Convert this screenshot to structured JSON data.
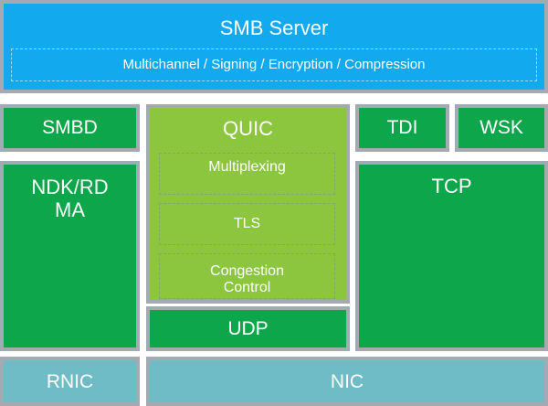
{
  "smb_server": {
    "title": "SMB Server",
    "features": "Multichannel / Signing / Encryption / Compression"
  },
  "blocks": {
    "smbd": "SMBD",
    "ndk": "NDK/RD\nMA",
    "quic": "QUIC",
    "quic_multiplexing": "Multiplexing",
    "quic_tls": "TLS",
    "quic_congestion": "Congestion\nControl",
    "udp": "UDP",
    "tdi": "TDI",
    "wsk": "WSK",
    "tcp": "TCP",
    "rnic": "RNIC",
    "nic": "NIC"
  },
  "colors": {
    "border": "#a3aab1",
    "green": "#0da64a",
    "lime": "#8cc63f",
    "blue": "#13a9ef",
    "teal": "#6fbcc7"
  }
}
